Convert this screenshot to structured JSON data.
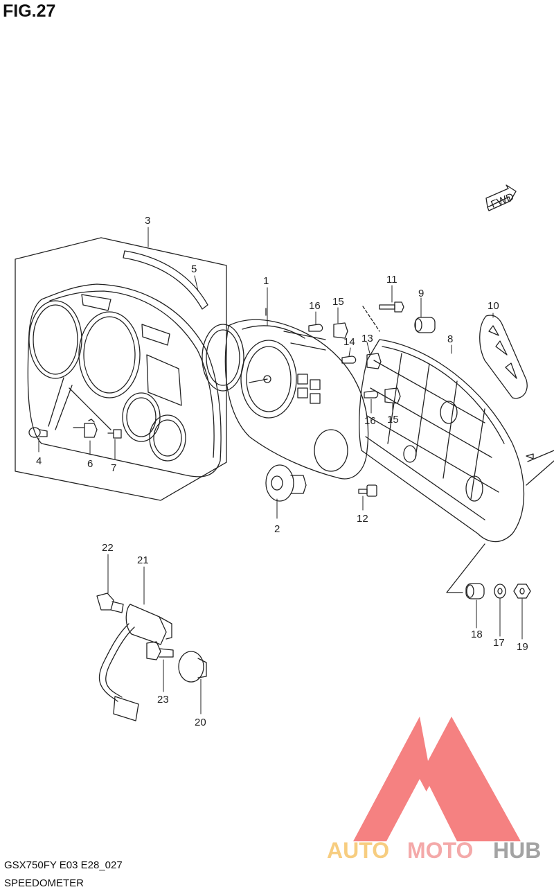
{
  "header": {
    "title": "FIG.27"
  },
  "footer": {
    "model_code": "GSX750FY E03 E28_027",
    "section_name": "SPEEDOMETER"
  },
  "fwd_marker": {
    "label": "FWD"
  },
  "callouts": {
    "c1": "1",
    "c2": "2",
    "c3": "3",
    "c4": "4",
    "c5": "5",
    "c6": "6",
    "c7": "7",
    "c8": "8",
    "c9": "9",
    "c10": "10",
    "c11": "11",
    "c12": "12",
    "c13": "13",
    "c14": "14",
    "c15a": "15",
    "c15b": "15",
    "c16a": "16",
    "c16b": "16",
    "c17": "17",
    "c18": "18",
    "c19": "19",
    "c20": "20",
    "c21": "21",
    "c22": "22",
    "c23": "23"
  },
  "watermark": {
    "part1": "AUTO",
    "part2": "MOTO",
    "part3": "HUB",
    "colors": {
      "logo_red": "#f25a5a",
      "auto_yellow": "#f7c873",
      "moto_pink": "#f3a0a0",
      "hub_gray": "#9a9a9a"
    }
  },
  "colors": {
    "line": "#222222",
    "background": "#ffffff"
  }
}
